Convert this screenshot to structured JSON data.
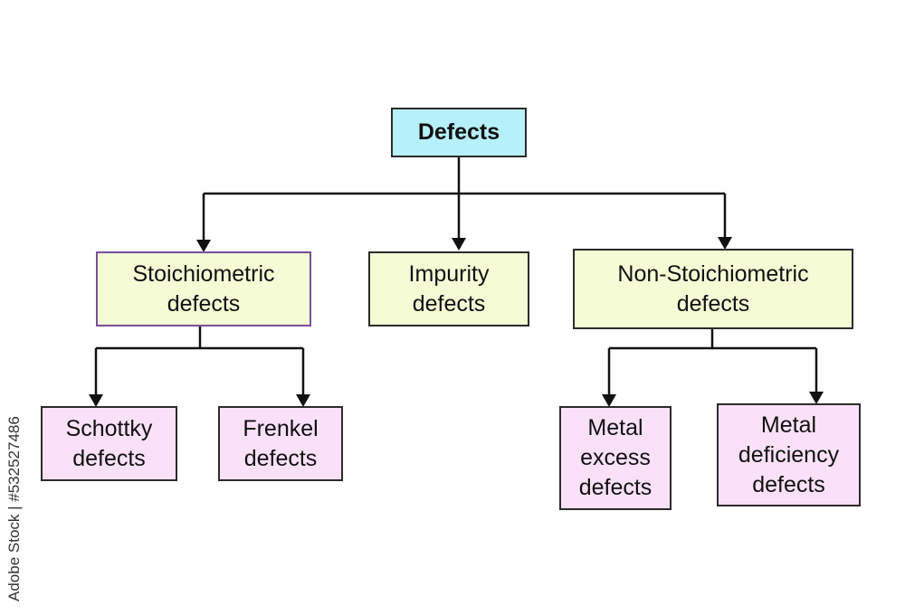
{
  "root": {
    "label": "Defects",
    "color": "#b5f0fb"
  },
  "level1": [
    {
      "label": "Stoichiometric defects",
      "color": "#f4fbd5"
    },
    {
      "label": "Impurity defects",
      "color": "#f4fbd5"
    },
    {
      "label": "Non-Stoichiometric defects",
      "color": "#f4fbd5"
    }
  ],
  "level2": [
    {
      "label": "Schottky defects",
      "parent": "Stoichiometric defects",
      "color": "#fbe1f8"
    },
    {
      "label": "Frenkel defects",
      "parent": "Stoichiometric defects",
      "color": "#fbe1f8"
    },
    {
      "label": "Metal excess defects",
      "parent": "Non-Stoichiometric defects",
      "color": "#fbe1f8"
    },
    {
      "label": "Metal deficiency defects",
      "parent": "Non-Stoichiometric defects",
      "color": "#fbe1f8"
    }
  ],
  "watermark": "Adobe Stock | #532527486"
}
